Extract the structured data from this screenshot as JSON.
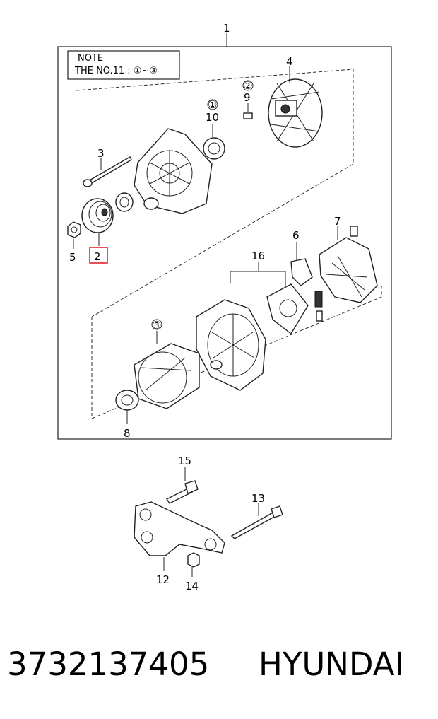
{
  "diagram": {
    "note": {
      "title": "NOTE",
      "text": "THE NO.11 : ①~③"
    },
    "callouts": [
      {
        "id": "1",
        "text": "1"
      },
      {
        "id": "2",
        "text": "2",
        "highlighted": true
      },
      {
        "id": "3",
        "text": "3"
      },
      {
        "id": "3c",
        "text": "③"
      },
      {
        "id": "4",
        "text": "4"
      },
      {
        "id": "5",
        "text": "5"
      },
      {
        "id": "6",
        "text": "6"
      },
      {
        "id": "7",
        "text": "7"
      },
      {
        "id": "8",
        "text": "8"
      },
      {
        "id": "9",
        "text": "9"
      },
      {
        "id": "9c",
        "text": "②"
      },
      {
        "id": "10",
        "text": "10"
      },
      {
        "id": "10c",
        "text": "①"
      },
      {
        "id": "12",
        "text": "12"
      },
      {
        "id": "13",
        "text": "13"
      },
      {
        "id": "14",
        "text": "14"
      },
      {
        "id": "15",
        "text": "15"
      },
      {
        "id": "16",
        "text": "16"
      }
    ],
    "highlight_color": "#e0141e"
  },
  "footer": {
    "part_number": "3732137405",
    "brand": "HYUNDAI"
  }
}
